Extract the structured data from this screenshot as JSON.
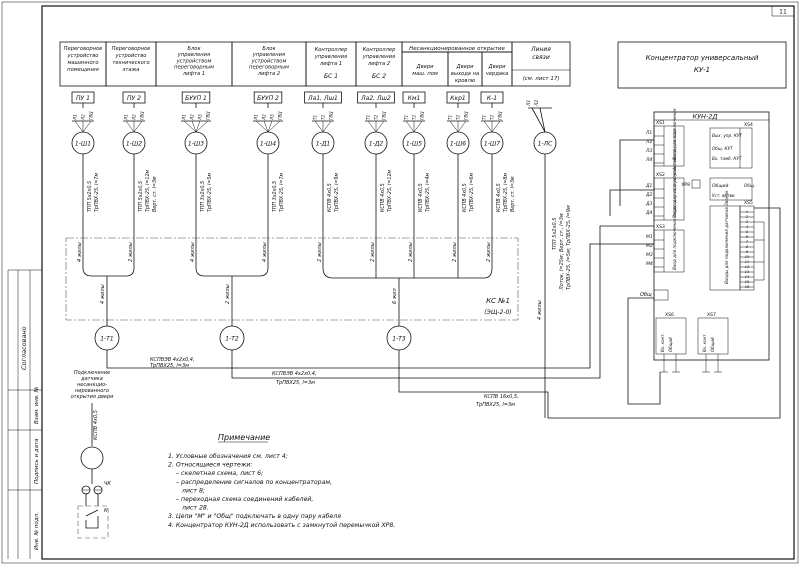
{
  "sheet_number": "11",
  "columns": [
    {
      "title": [
        "Переговорное",
        "устройство",
        "машинного",
        "помещения"
      ],
      "label": "ПУ 1",
      "wires": [
        "Л1",
        "Л2",
        "ГВЦ"
      ],
      "node": "1-Ш1",
      "cable": [
        "ТПП 5х2х0,5",
        "ТрПВХ-25, l=7м"
      ]
    },
    {
      "title": [
        "Переговорное",
        "устройство",
        "технического",
        "этажа"
      ],
      "label": "ПУ 2",
      "wires": [
        "Л1",
        "Л2",
        "ГВЦ"
      ],
      "node": "1-Ш2",
      "cable": [
        "ТПП 5х2х0,5",
        "ТрПВХ-25, l=12м",
        "Верт. ст. l=3м"
      ]
    },
    {
      "title": [
        "Блок",
        "управления",
        "устройством",
        "переговорным",
        "лифта 1"
      ],
      "label": "БУУП 1",
      "wires": [
        "Л1",
        "Л2",
        "Л3",
        "ГВЦ"
      ],
      "node": "1-Ш3",
      "cable": [
        "ТПП 3х2х0,5",
        "ТрПВХ-25, l=5м"
      ]
    },
    {
      "title": [
        "Блок",
        "управления",
        "устройством",
        "переговорным",
        "лифта 2"
      ],
      "label": "БУУП 2",
      "wires": [
        "Л1",
        "Л2",
        "Л3",
        "ГВЦ"
      ],
      "node": "1-Ш4",
      "cable": [
        "ТПП 3х2х0,5",
        "ТрПВХ-25, l=7м"
      ]
    },
    {
      "title": [
        "Контроллер",
        "управления",
        "лифта 1"
      ],
      "sub": "БС 1",
      "label": "Ла1, Лш1",
      "wires": [
        "Т1",
        "Т2",
        "ГВЦ"
      ],
      "node": "1-Д1",
      "cable": [
        "КСПВ 4х0,5",
        "ТрПВХ-25, l=9м"
      ]
    },
    {
      "title": [
        "Контроллер",
        "управления",
        "лифта 2"
      ],
      "sub": "БС 2",
      "label": "Ла2, Лш2",
      "wires": [
        "Т1",
        "Т2",
        "ГВЦ"
      ],
      "node": "1-Д2",
      "cable": [
        "КСПВ 4х0,5",
        "ТрПВХ-25, l=12м"
      ]
    },
    {
      "title": [
        "Двери",
        "маш. пом"
      ],
      "label": "Км1",
      "wires": [
        "Т1",
        "Т2",
        "ГВЦ"
      ],
      "node": "1-Ш5",
      "cable": [
        "КСПВ 4х0,5",
        "ТрПВХ-25, l=4м"
      ]
    },
    {
      "title": [
        "Двери",
        "выхода на",
        "кровлю"
      ],
      "label": "Ккр1",
      "wires": [
        "Т1",
        "Т2",
        "ГВЦ"
      ],
      "node": "1-Ш6",
      "cable": [
        "КСПВ 4х0,5",
        "ТрПВХ-25, l=6м"
      ]
    },
    {
      "title": [
        "Двери",
        "чердака"
      ],
      "label": "К-1",
      "wires": [
        "Т1",
        "Т2",
        "ГВЦ"
      ],
      "node": "1-Ш7",
      "cable": [
        "КСПВ 4х0,5",
        "ТрПВХ-25, l=8м",
        "Верт. ст. l=3м"
      ]
    }
  ],
  "group_header": "Несанкционированное открытие",
  "line": {
    "title": [
      "Линия",
      "связи"
    ],
    "ref": "(см. лист 17)",
    "wires": [
      "Л1",
      "Л2"
    ],
    "node": "1-ЛС",
    "cable": [
      "ТПП 5х2х0,5",
      "Лоток, l=25м; Верт. ст., l=3м",
      "ТрПВХ-25, l=5м; ТрПВХ-25, l=9м"
    ]
  },
  "ku": {
    "title": [
      "Концентратор универсальный",
      "КУ-1"
    ]
  },
  "kun": {
    "title": "КУН-2Д",
    "xs": [
      "ХS1",
      "ХS2",
      "ХS3",
      "ХS4",
      "ХS5",
      "ХS6",
      "ХS7"
    ],
    "s_pins": [
      "Л1",
      "Л2",
      "Л3",
      "Л4"
    ],
    "d_pins": [
      "Д1",
      "Д2",
      "Д3",
      "Д4"
    ],
    "m_pins": [
      "М1",
      "М2",
      "М3",
      "М4"
    ],
    "obsh_pin": "Общ",
    "left_blocks": [
      "Вход для подключения",
      "Входы для подключения кнопок вызова",
      "Вход для подключения переговорного устройства"
    ],
    "right_labels": [
      "Вых. упр. КУТ",
      "Общ. КУТ",
      "Вх. тамб. КУТ",
      "Общий",
      "Уст. ветви",
      "Общ."
    ],
    "xp": "ХР8",
    "right_pins": [
      "1",
      "2",
      "3",
      "4",
      "5",
      "6",
      "7",
      "8",
      "9",
      "10",
      "11",
      "12",
      "13",
      "14",
      "15",
      "16"
    ],
    "right_block": "Входы для подключения датчиков Звонок",
    "bottom_blocks": [
      "Вх. конт.",
      "Общий",
      "Вх. конт.",
      "Общий"
    ]
  },
  "kc": {
    "label": "КС №1",
    "sub": "(ЭЩ-2-0)"
  },
  "t_nodes": [
    "1-Т1",
    "1-Т2",
    "1-Т3"
  ],
  "bus_labels": [
    "4 жилы",
    "2 жилы",
    "4 жилы",
    "4 жилы",
    "2 жилы",
    "2 жилы",
    "2 жилы",
    "2 жилы",
    "2 жилы",
    "4 жилы"
  ],
  "bus_lower": [
    "4 жилы",
    "2 жилы",
    "6 жил"
  ],
  "trunks": [
    [
      "КСПВЭВ 4х2х0,4,",
      "ТрПВХ25, l=3м"
    ],
    [
      "КСПВЭВ 4х2х0,4,",
      "ТрПВХ25, l=3м"
    ],
    [
      "КСПВ 16х0,5,",
      "ТрПВХ25, l=3м"
    ]
  ],
  "sensor": {
    "title": [
      "Подключение",
      "датчика",
      "несанкцио-",
      "нированного",
      "открытия двери"
    ],
    "cable": "КСПВ 4х0,5",
    "labels": [
      "ЧК",
      "К"
    ]
  },
  "note": {
    "title": "Примечание",
    "lines": [
      "1. Условные обозначения см. лист 4;",
      "2. Относящиеся чертежи:",
      "– скелетная схема, лист 6;",
      "– распределение сигналов по концентраторам,",
      "лист 8;",
      "– переходная схема соединений кабелей,",
      "лист 28.",
      "3. Цепи \"М\" и \"Общ\" подключать в одну пару кабеля",
      "4. Концентратор КУН-2Д использовать с замкнутой перемычкой ХР8."
    ]
  },
  "stamp": [
    "Согласовано",
    "Взам. инв. №",
    "Подпись и дата",
    "Инв. № подл."
  ]
}
